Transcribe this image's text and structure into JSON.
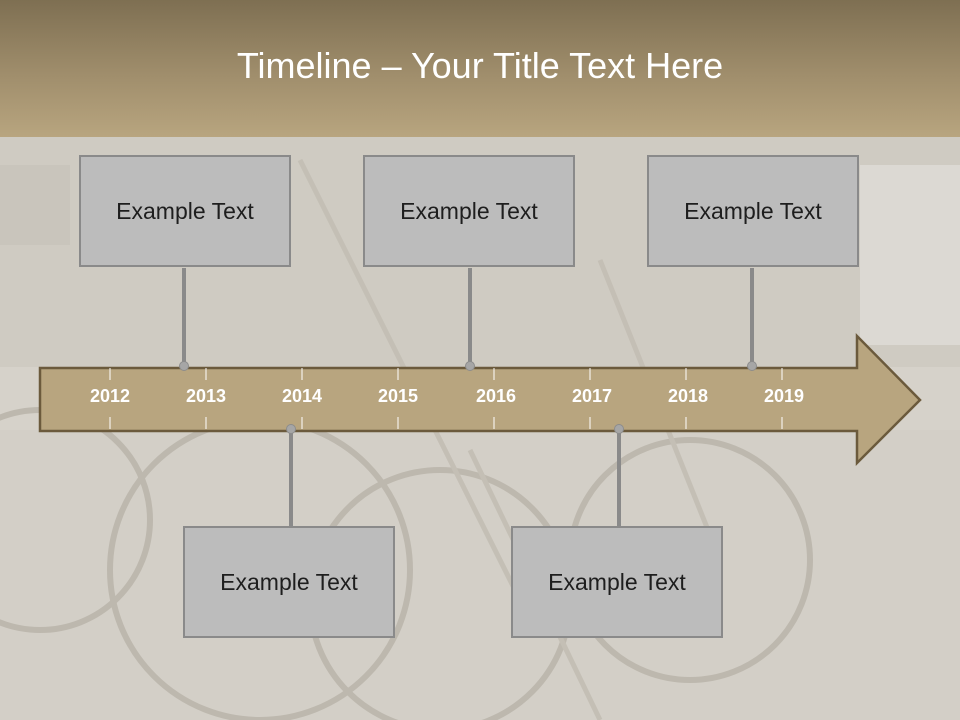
{
  "slide": {
    "title": "Timeline – Your Title Text Here"
  },
  "timeline": {
    "years": [
      "2012",
      "2013",
      "2014",
      "2015",
      "2016",
      "2017",
      "2018",
      "2019"
    ],
    "events": [
      {
        "label": "Example Text"
      },
      {
        "label": "Example Text"
      },
      {
        "label": "Example Text"
      },
      {
        "label": "Example Text"
      },
      {
        "label": "Example Text"
      }
    ]
  },
  "colors": {
    "header": "#a08e6c",
    "arrow_fill": "#b8a57f",
    "arrow_stroke": "#6b5a3c",
    "box_fill": "#bcbcbc",
    "box_border": "#8a8a8a"
  },
  "background": {
    "icon": "bicycle-street-photo"
  }
}
